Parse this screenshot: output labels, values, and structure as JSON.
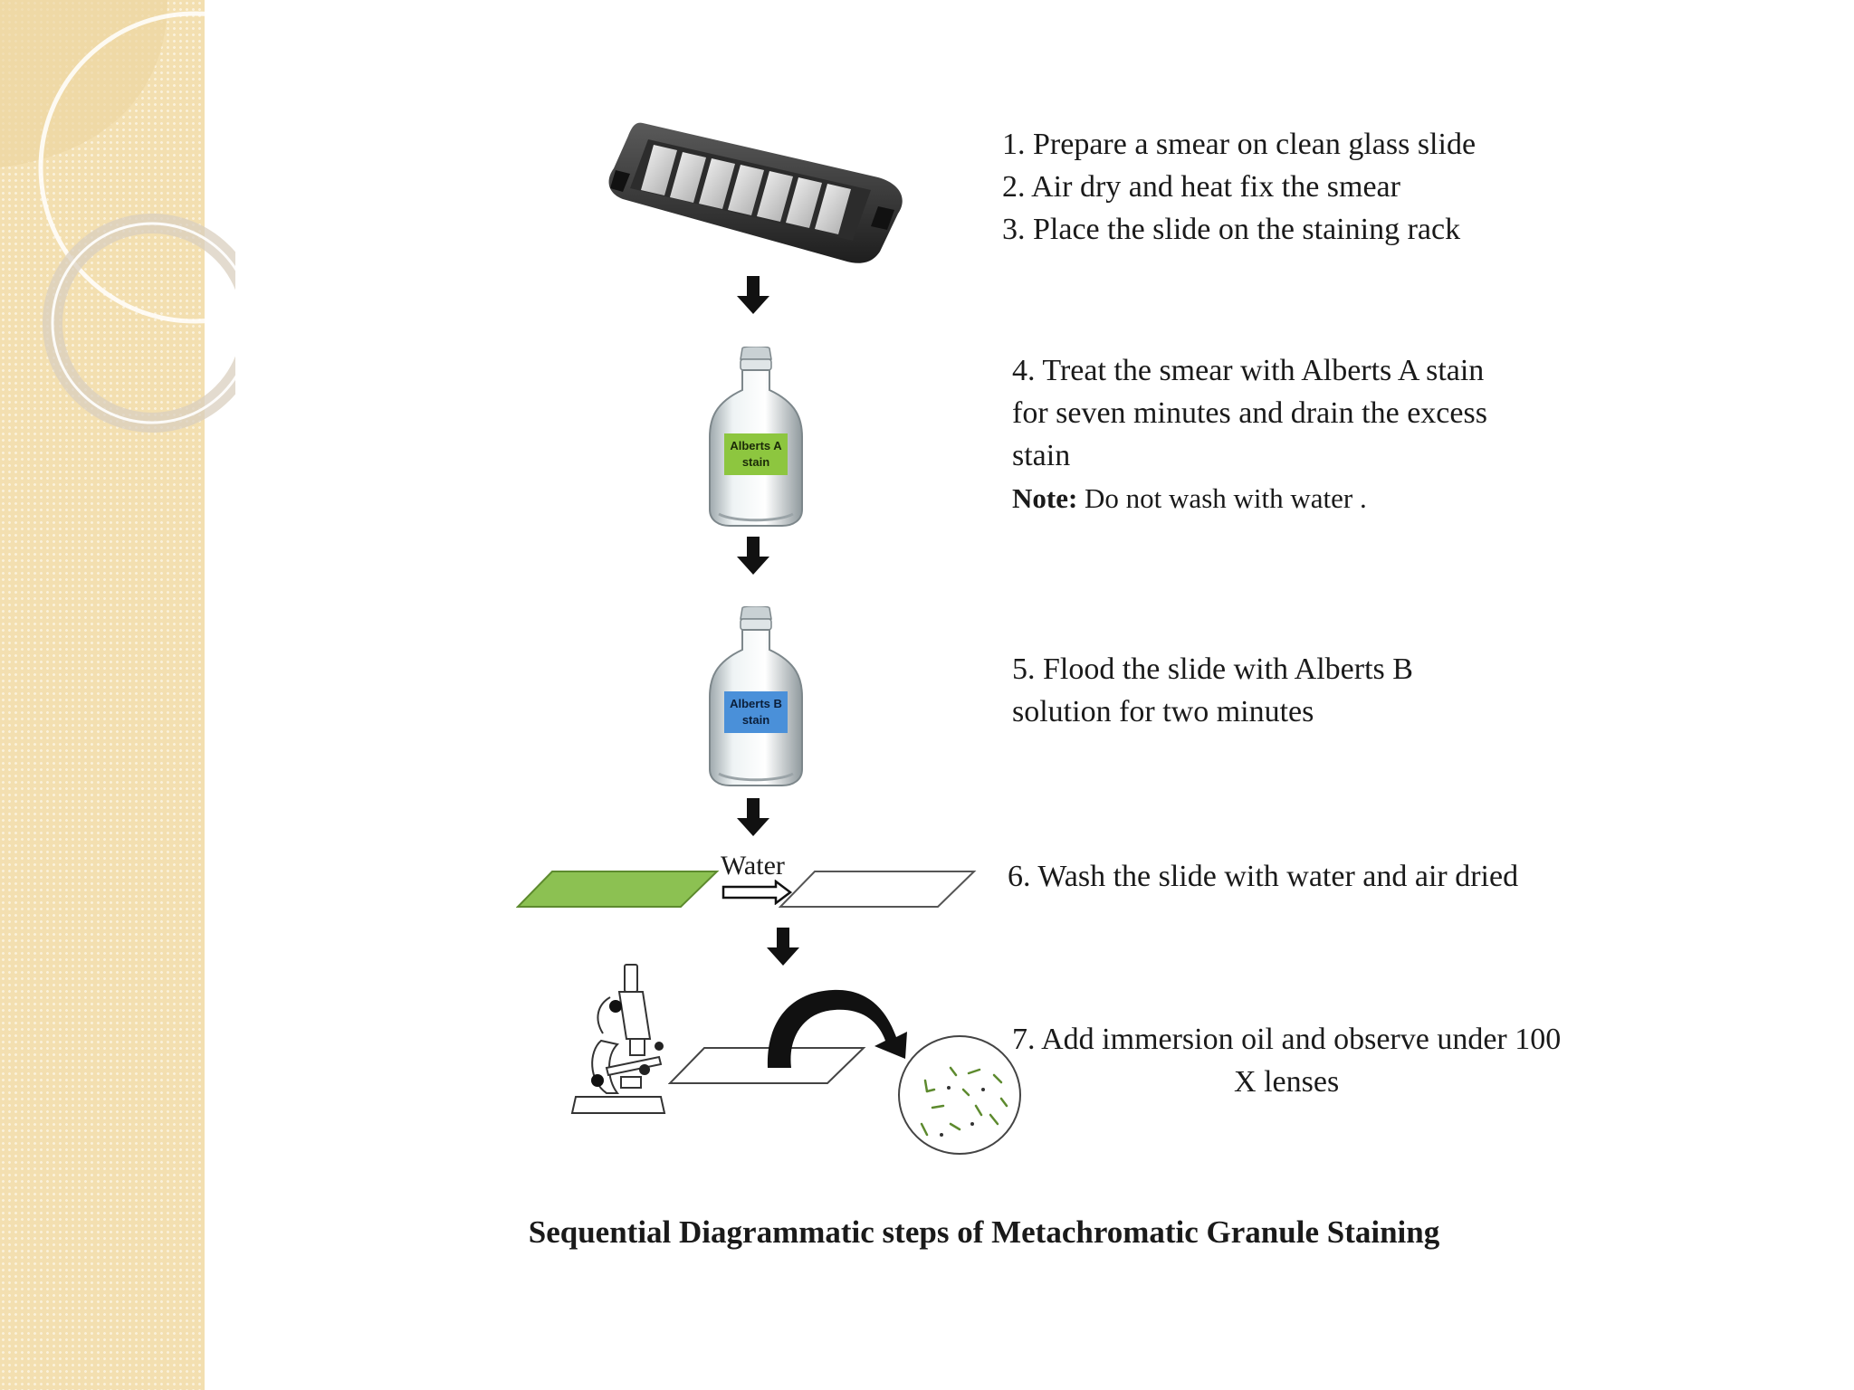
{
  "colors": {
    "side_band": "#f3dfb0",
    "stain_a_label": "#8dc63f",
    "stain_b_label": "#4a90d9",
    "green_slide": "#8cc152",
    "arrow": "#111111"
  },
  "icons": [
    "staining-rack-icon",
    "bottle-icon",
    "down-arrow-icon",
    "slide-icon",
    "microscope-icon",
    "curved-arrow-icon",
    "microscope-field-icon"
  ],
  "steps": {
    "step1": "1. Prepare a smear on clean glass  slide",
    "step2": "2. Air dry and heat fix the smear",
    "step3": "3. Place the slide  on the staining rack",
    "step4_line1": "4. Treat the smear with Alberts A stain",
    "step4_line2": "for seven minutes and drain the excess",
    "step4_line3": "stain",
    "note_label": "Note:",
    "note_text": " Do not wash with water .",
    "step5_line1": "5. Flood the slide  with Alberts  B",
    "step5_line2": "solution  for two minutes",
    "step6": "6. Wash the slide with water   and air dried",
    "step7_line1": "7. Add immersion oil and observe under 100",
    "step7_line2": "X lenses"
  },
  "labels": {
    "bottle_a_line1": "Alberts A",
    "bottle_a_line2": "stain",
    "bottle_b_line1": "Alberts B",
    "bottle_b_line2": "stain",
    "water": "Water"
  },
  "caption": "Sequential Diagrammatic steps of Metachromatic Granule Staining"
}
